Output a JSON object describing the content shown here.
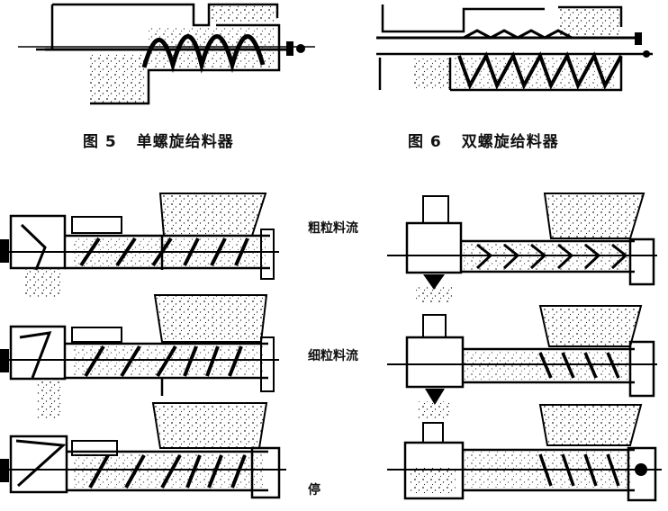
{
  "figures": [
    {
      "number": "图 5",
      "title": "单螺旋给料器"
    },
    {
      "number": "图 6",
      "title": "双螺旋给料器"
    }
  ],
  "flow_labels": {
    "coarse": "粗粒料流",
    "fine": "细粒料流",
    "stop": "停"
  }
}
